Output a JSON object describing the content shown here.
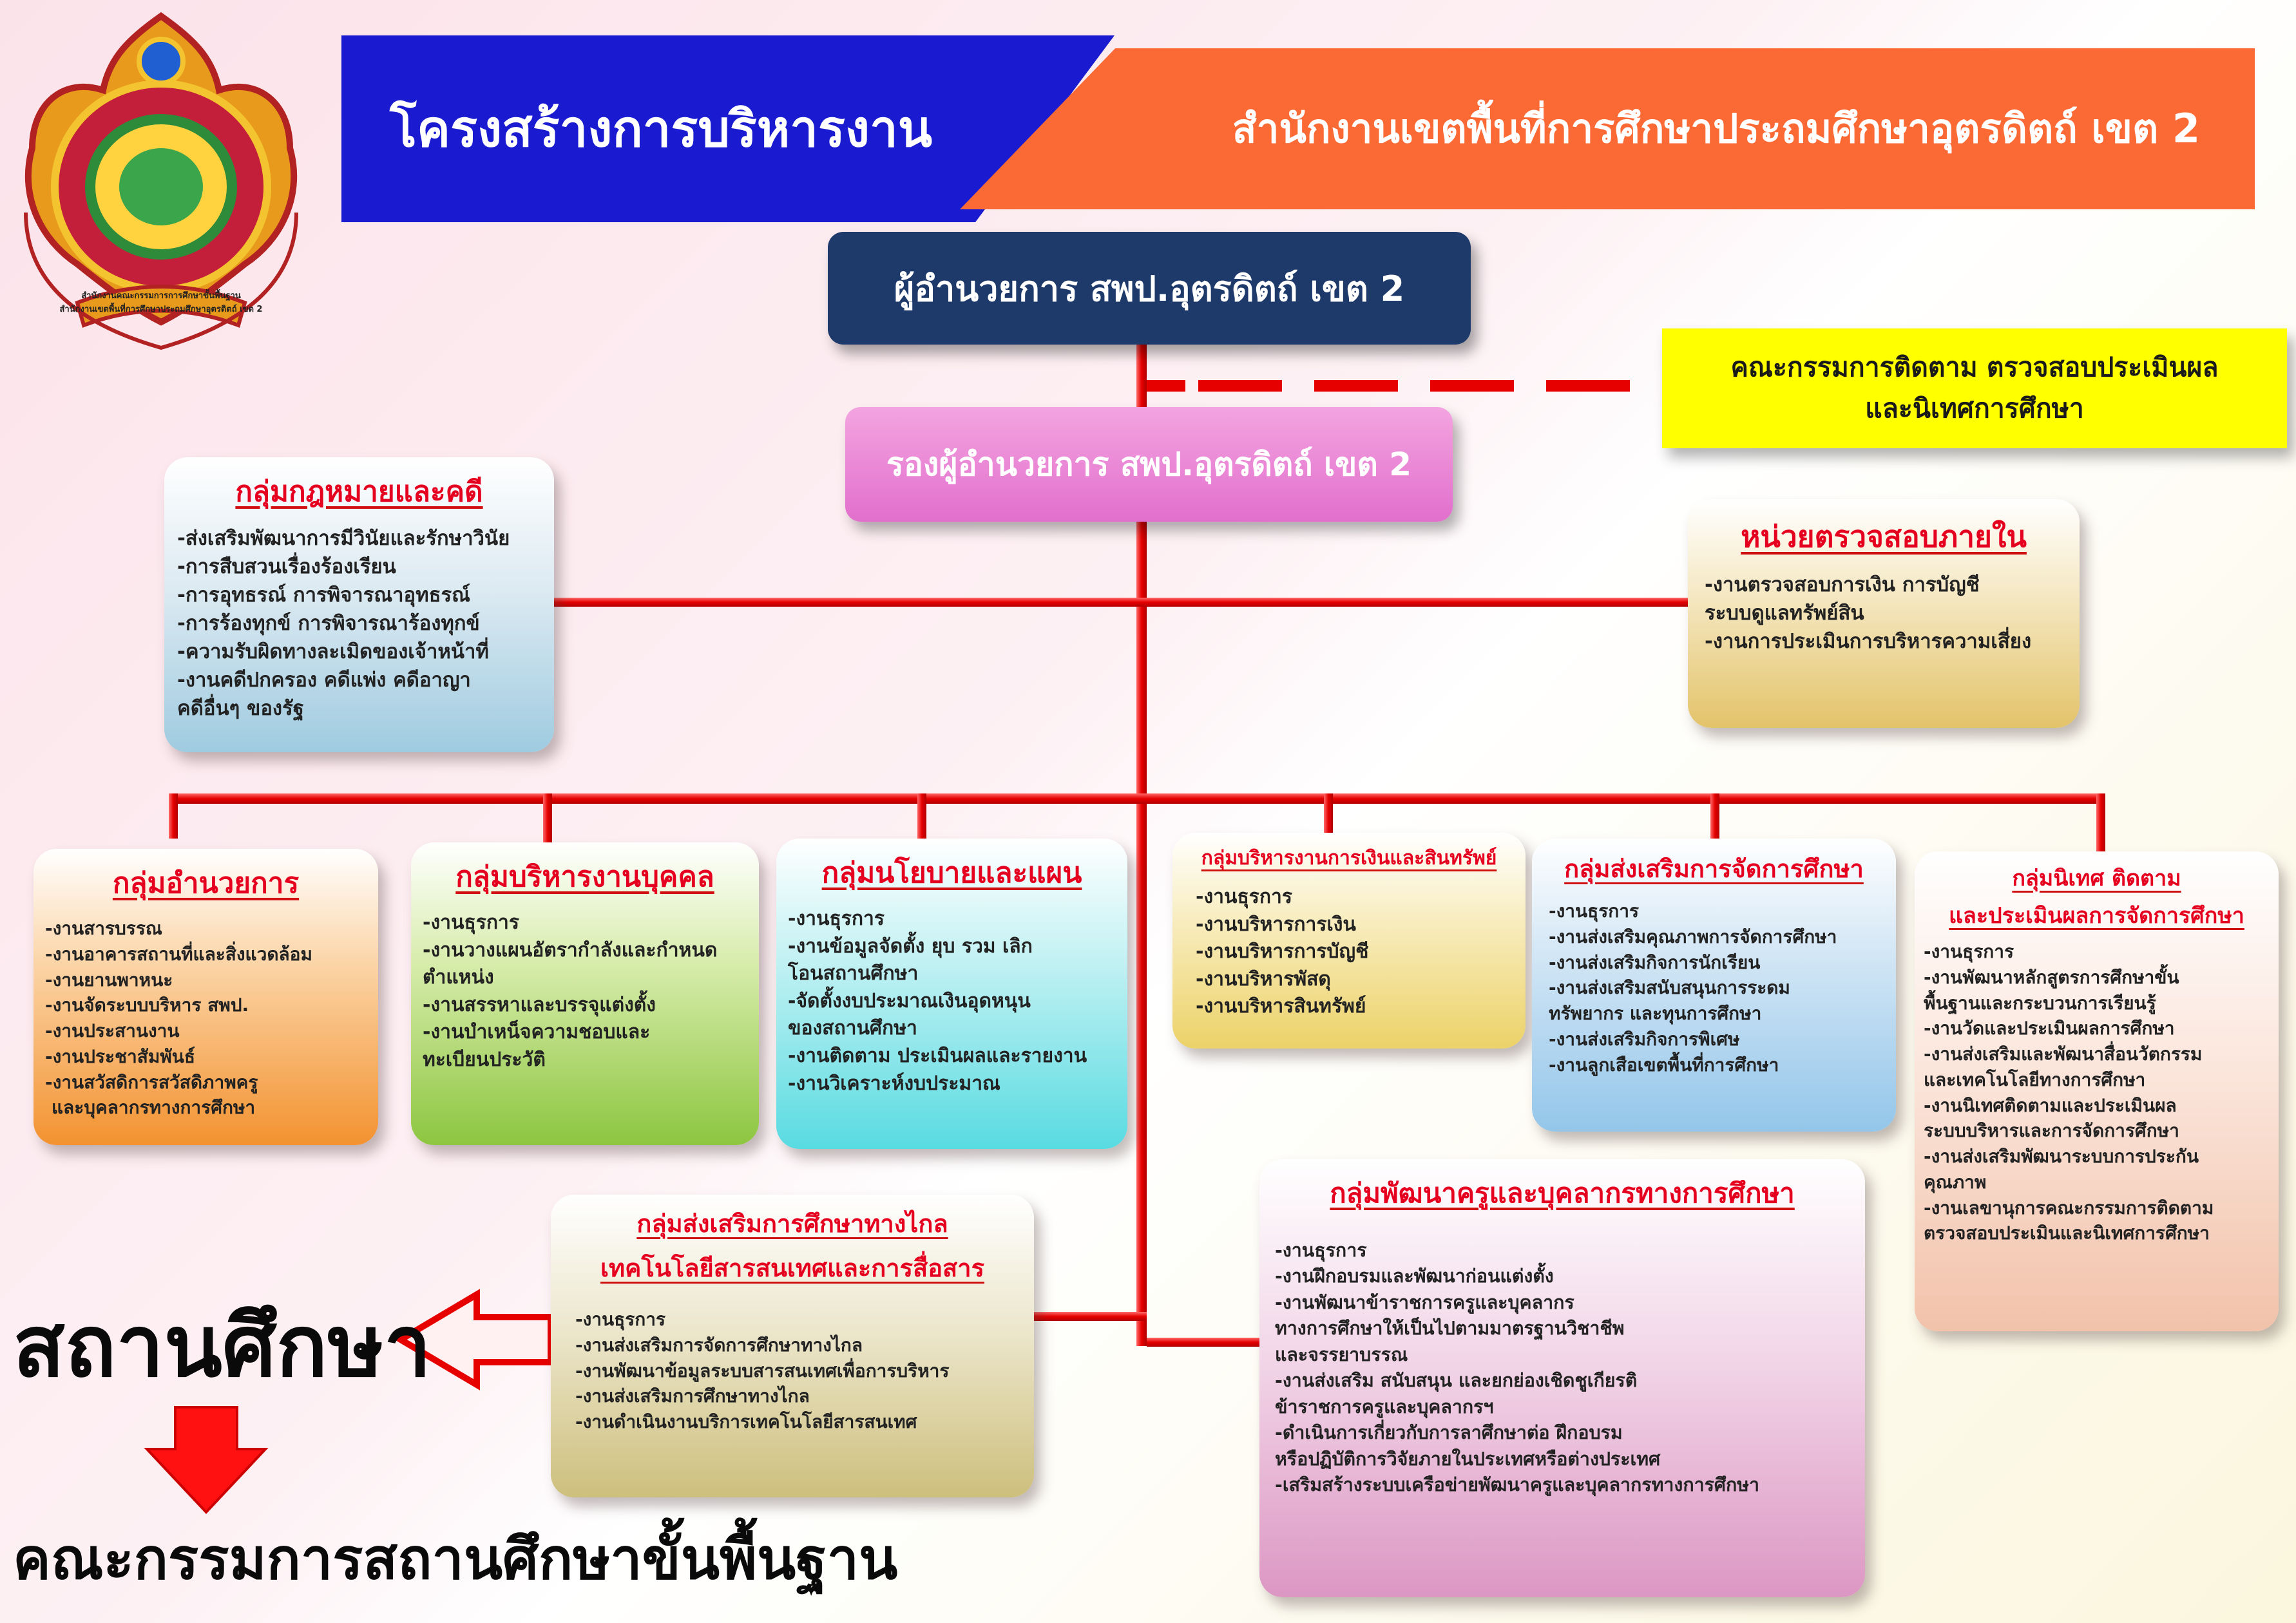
{
  "header": {
    "left_title": "โครงสร้างการบริหารงาน",
    "right_title": "สำนักงานเขตพื้นที่การศึกษาประถมศึกษาอุตรดิตถ์ เขต 2"
  },
  "logo": {
    "caption": "สำนักงานคณะกรรมการการศึกษาขั้นพื้นฐาน",
    "caption2": "สำนักงานเขตพื้นที่การศึกษาประถมศึกษาอุตรดิตถ์ เขต 2",
    "icon": "obec-emblem-icon"
  },
  "director": "ผู้อำนวยการ สพป.อุตรดิตถ์ เขต 2",
  "deputy": "รองผู้อำนวยการ สพป.อุตรดิตถ์ เขต 2",
  "committee": {
    "line1": "คณะกรรมการติดตาม ตรวจสอบประเมินผล",
    "line2": "และนิเทศการศึกษา"
  },
  "legal": {
    "title": "กลุ่มกฎหมายและคดี",
    "items": [
      "-ส่งเสริมพัฒนาการมีวินัยและรักษาวินัย",
      "-การสืบสวนเรื่องร้องเรียน",
      "-การอุทธรณ์ การพิจารณาอุทธรณ์",
      "-การร้องทุกข์ การพิจารณาร้องทุกข์",
      "-ความรับผิดทางละเมิดของเจ้าหน้าที่",
      "-งานคดีปกครอง คดีแพ่ง คดีอาญา",
      "คดีอื่นๆ ของรัฐ"
    ]
  },
  "audit": {
    "title": "หน่วยตรวจสอบภายใน",
    "items": [
      "-งานตรวจสอบการเงิน การบัญชี",
      "ระบบดูแลทรัพย์สิน",
      "-งานการประเมินการบริหารความเสี่ยง"
    ]
  },
  "admin": {
    "title": "กลุ่มอำนวยการ",
    "items": [
      "-งานสารบรรณ",
      "-งานอาคารสถานที่และสิ่งแวดล้อม",
      "-งานยานพาหนะ",
      "-งานจัดระบบบริหาร สพป.",
      "-งานประสานงาน",
      "-งานประชาสัมพันธ์",
      "-งานสวัสดิการสวัสดิภาพครู",
      "และบุคลากรทางการศึกษา"
    ]
  },
  "personnel": {
    "title": "กลุ่มบริหารงานบุคคล",
    "items": [
      "-งานธุรการ",
      "-งานวางแผนอัตรากำลังและกำหนด",
      "ตำแหน่ง",
      "-งานสรรหาและบรรจุแต่งตั้ง",
      "-งานบำเหน็จความชอบและ",
      "ทะเบียนประวัติ"
    ]
  },
  "policy": {
    "title": "กลุ่มนโยบายและแผน",
    "items": [
      "-งานธุรการ",
      "-งานข้อมูลจัดตั้ง ยุบ รวม เลิก",
      "โอนสถานศึกษา",
      "-จัดตั้งงบประมาณเงินอุดหนุน",
      "ของสถานศึกษา",
      "-งานติดตาม ประเมินผลและรายงาน",
      "-งานวิเคราะห์งบประมาณ"
    ]
  },
  "finance": {
    "title": "กลุ่มบริหารงานการเงินและสินทรัพย์",
    "items": [
      "-งานธุรการ",
      "-งานบริหารการเงิน",
      "-งานบริหารการบัญชี",
      "-งานบริหารพัสดุ",
      "-งานบริหารสินทรัพย์"
    ]
  },
  "promotion": {
    "title": "กลุ่มส่งเสริมการจัดการศึกษา",
    "items": [
      "-งานธุรการ",
      "-งานส่งเสริมคุณภาพการจัดการศึกษา",
      "-งานส่งเสริมกิจการนักเรียน",
      "-งานส่งเสริมสนับสนุนการระดม",
      "ทรัพยากร และทุนการศึกษา",
      "-งานส่งเสริมกิจการพิเศษ",
      "-งานลูกเสือเขตพื้นที่การศึกษา"
    ]
  },
  "supervision": {
    "title1": "กลุ่มนิเทศ ติดตาม",
    "title2": "และประเมินผลการจัดการศึกษา",
    "items": [
      "-งานธุรการ",
      "-งานพัฒนาหลักสูตรการศึกษาขั้น",
      "พื้นฐานและกระบวนการเรียนรู้",
      "-งานวัดและประเมินผลการศึกษา",
      "-งานส่งเสริมและพัฒนาสื่อนวัตกรรม",
      "และเทคโนโลยีทางการศึกษา",
      "-งานนิเทศติดตามและประเมินผล",
      "ระบบบริหารและการจัดการศึกษา",
      "-งานส่งเสริมพัฒนาระบบการประกัน",
      "คุณภาพ",
      "-งานเลขานุการคณะกรรมการติดตาม",
      "ตรวจสอบประเมินและนิเทศการศึกษา"
    ]
  },
  "ict": {
    "title1": "กลุ่มส่งเสริมการศึกษาทางไกล",
    "title2": "เทคโนโลยีสารสนเทศและการสื่อสาร",
    "items": [
      "-งานธุรการ",
      "-งานส่งเสริมการจัดการศึกษาทางไกล",
      "-งานพัฒนาข้อมูลระบบสารสนเทศเพื่อการบริหาร",
      "-งานส่งเสริมการศึกษาทางไกล",
      "-งานดำเนินงานบริการเทคโนโลยีสารสนเทศ"
    ]
  },
  "teacher_dev": {
    "title": "กลุ่มพัฒนาครูและบุคลากรทางการศึกษา",
    "items": [
      "-งานธุรการ",
      "-งานฝึกอบรมและพัฒนาก่อนแต่งตั้ง",
      "-งานพัฒนาข้าราชการครูและบุคลากร",
      "ทางการศึกษาให้เป็นไปตามมาตรฐานวิชาชีพ",
      "และจรรยาบรรณ",
      "-งานส่งเสริม สนับสนุน และยกย่องเชิดชูเกียรติ",
      "ข้าราชการครูและบุคลากรฯ",
      "-ดำเนินการเกี่ยวกับการลาศึกษาต่อ ฝึกอบรม",
      "หรือปฏิบัติการวิจัยภายในประเทศหรือต่างประเทศ",
      "-เสริมสร้างระบบเครือข่ายพัฒนาครูและบุคลากรทางการศึกษา"
    ]
  },
  "school": "สถานศึกษา",
  "school_board": "คณะกรรมการสถานศึกษาขั้นพื้นฐาน",
  "colors": {
    "line": "#ee1111",
    "header_blue": "#1a1ad0",
    "header_orange": "#fb6a35",
    "director": "#1e3a6b",
    "committee": "#ffff00",
    "title_red": "#e6001f"
  }
}
